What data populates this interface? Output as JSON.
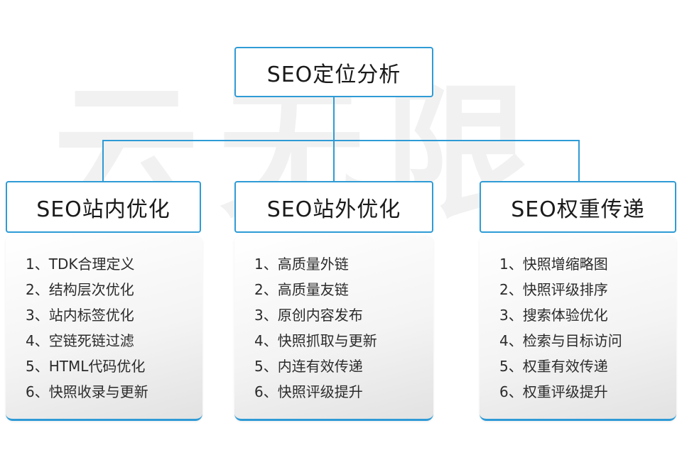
{
  "watermark": "云无限",
  "root": {
    "title": "SEO定位分析"
  },
  "columns": [
    {
      "title": "SEO站内优化",
      "items": [
        "1、TDK合理定义",
        "2、结构层次优化",
        "3、站内标签优化",
        "4、空链死链过滤",
        "5、HTML代码优化",
        "6、快照收录与更新"
      ]
    },
    {
      "title": "SEO站外优化",
      "items": [
        "1、高质量外链",
        "2、高质量友链",
        "3、原创内容发布",
        "4、快照抓取与更新",
        "5、内连有效传递",
        "6、快照评级提升"
      ]
    },
    {
      "title": "SEO权重传递",
      "items": [
        "1、快照增缩略图",
        "2、快照评级排序",
        "3、搜索体验优化",
        "4、检索与目标访问",
        "5、权重有效传递",
        "6、权重评级提升"
      ]
    }
  ],
  "colors": {
    "accent_blue": "#2f9bd6",
    "text_dark": "#1a1a1a",
    "panel_gradient_end": "#e2e2e2",
    "watermark_gray": "rgba(0,0,0,0.055)"
  }
}
